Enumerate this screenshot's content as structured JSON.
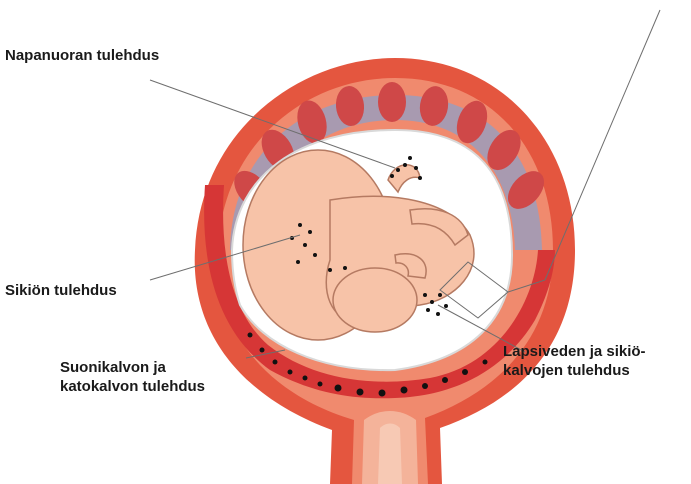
{
  "labels": {
    "umbilical_cord": "Napanuoran tulehdus",
    "fetus": "Sikiön tulehdus",
    "chorion_decidua": [
      "Suonikalvon ja",
      "katokalvon tulehdus"
    ],
    "amniotic_membranes": [
      "Lapsiveden ja sikiö-",
      "kalvojen tulehdus"
    ]
  },
  "colors": {
    "uterus_outer": "#e4563f",
    "uterus_wall": "#f08a6e",
    "placenta": "#cf4848",
    "villi_band": "#a89ab0",
    "fetus_skin": "#f7c3a8",
    "fetus_outline": "#b57a62",
    "membrane": "#d63636",
    "pointer_line": "#6e6e6e",
    "dots": "#111111"
  }
}
